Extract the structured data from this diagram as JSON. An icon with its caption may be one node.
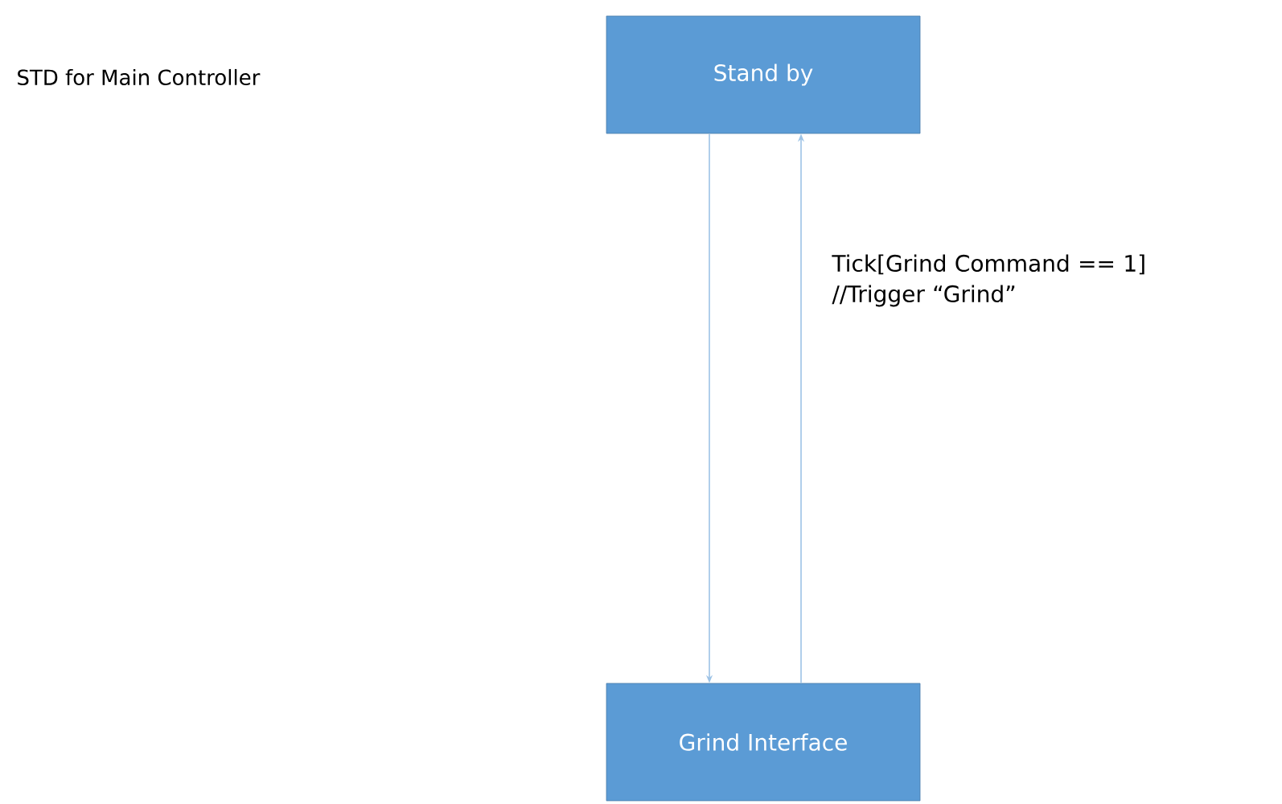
{
  "diagram": {
    "title": "STD for Main Controller",
    "nodes": [
      {
        "text": [
          "Stand by"
        ]
      },
      {
        "text": [
          "Grind Interface"
        ]
      }
    ],
    "edges": [
      {
        "from": 0,
        "to": 1,
        "arrow": "to"
      },
      {
        "from": 1,
        "to": 0,
        "arrow": "to",
        "label": "Tick[Grind Command == 1] //Trigger “Grind”"
      }
    ]
  }
}
